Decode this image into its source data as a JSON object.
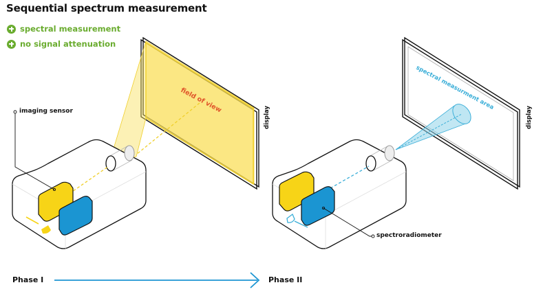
{
  "title": "Sequential spectrum measurement",
  "features": [
    {
      "icon": "plus-circle-icon",
      "label": "spectral measurement"
    },
    {
      "icon": "plus-circle-icon",
      "label": "no signal attenuation"
    }
  ],
  "phase1": {
    "sensor_label": "imaging sensor",
    "fov_label": "field of view",
    "display_label": "display"
  },
  "phase2": {
    "spectro_label": "spectroradiometer",
    "area_label": "spectral measurment area",
    "display_label": "display"
  },
  "timeline": {
    "start_label": "Phase I",
    "end_label": "Phase II"
  },
  "colors": {
    "accent_green": "#6aac2f",
    "sensor_yellow": "#f7d417",
    "spectro_blue": "#1b95d2",
    "fov_label_red": "#e0552a",
    "area_label_blue": "#3aaed8"
  }
}
